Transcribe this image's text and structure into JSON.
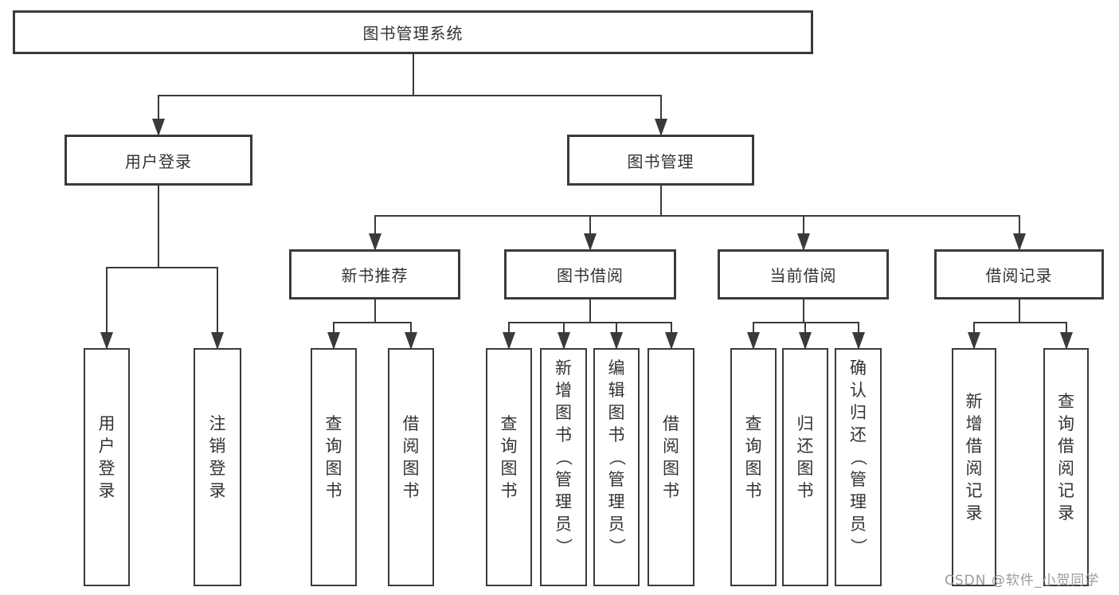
{
  "diagram_title": "图书管理系统",
  "nodes": [
    {
      "id": "root",
      "label": "图书管理系统"
    },
    {
      "id": "user-login",
      "label": "用户登录"
    },
    {
      "id": "book-mgmt",
      "label": "图书管理"
    },
    {
      "id": "new-book-rec",
      "label": "新书推荐"
    },
    {
      "id": "book-borrow",
      "label": "图书借阅"
    },
    {
      "id": "current-borrow",
      "label": "当前借阅"
    },
    {
      "id": "borrow-records",
      "label": "借阅记录"
    },
    {
      "id": "leaf-user-login",
      "label": "用户登录"
    },
    {
      "id": "leaf-logout",
      "label": "注销登录"
    },
    {
      "id": "leaf-query-book-1",
      "label": "查询图书"
    },
    {
      "id": "leaf-borrow-book-1",
      "label": "借阅图书"
    },
    {
      "id": "leaf-query-book-2",
      "label": "查询图书"
    },
    {
      "id": "leaf-add-book",
      "label": "新增图书（管理员）"
    },
    {
      "id": "leaf-edit-book",
      "label": "编辑图书（管理员）"
    },
    {
      "id": "leaf-borrow-book-2",
      "label": "借阅图书"
    },
    {
      "id": "leaf-query-book-3",
      "label": "查询图书"
    },
    {
      "id": "leaf-return-book",
      "label": "归还图书"
    },
    {
      "id": "leaf-confirm-return",
      "label": "确认归还（管理员）"
    },
    {
      "id": "leaf-add-record",
      "label": "新增借阅记录"
    },
    {
      "id": "leaf-query-record",
      "label": "查询借阅记录"
    }
  ],
  "hierarchy": [
    {
      "parent": "root",
      "children": [
        "user-login",
        "book-mgmt"
      ]
    },
    {
      "parent": "user-login",
      "children": [
        "leaf-user-login",
        "leaf-logout"
      ]
    },
    {
      "parent": "book-mgmt",
      "children": [
        "new-book-rec",
        "book-borrow",
        "current-borrow",
        "borrow-records"
      ]
    },
    {
      "parent": "new-book-rec",
      "children": [
        "leaf-query-book-1",
        "leaf-borrow-book-1"
      ]
    },
    {
      "parent": "book-borrow",
      "children": [
        "leaf-query-book-2",
        "leaf-add-book",
        "leaf-edit-book",
        "leaf-borrow-book-2"
      ]
    },
    {
      "parent": "current-borrow",
      "children": [
        "leaf-query-book-3",
        "leaf-return-book",
        "leaf-confirm-return"
      ]
    },
    {
      "parent": "borrow-records",
      "children": [
        "leaf-add-record",
        "leaf-query-record"
      ]
    }
  ],
  "watermark": "CSDN @软件_小贺同学",
  "colors": {
    "line": "#3a3a3a",
    "box_border": "#3a3a3a",
    "text": "#333333",
    "watermark": "#9b9b9b",
    "background": "#ffffff"
  }
}
